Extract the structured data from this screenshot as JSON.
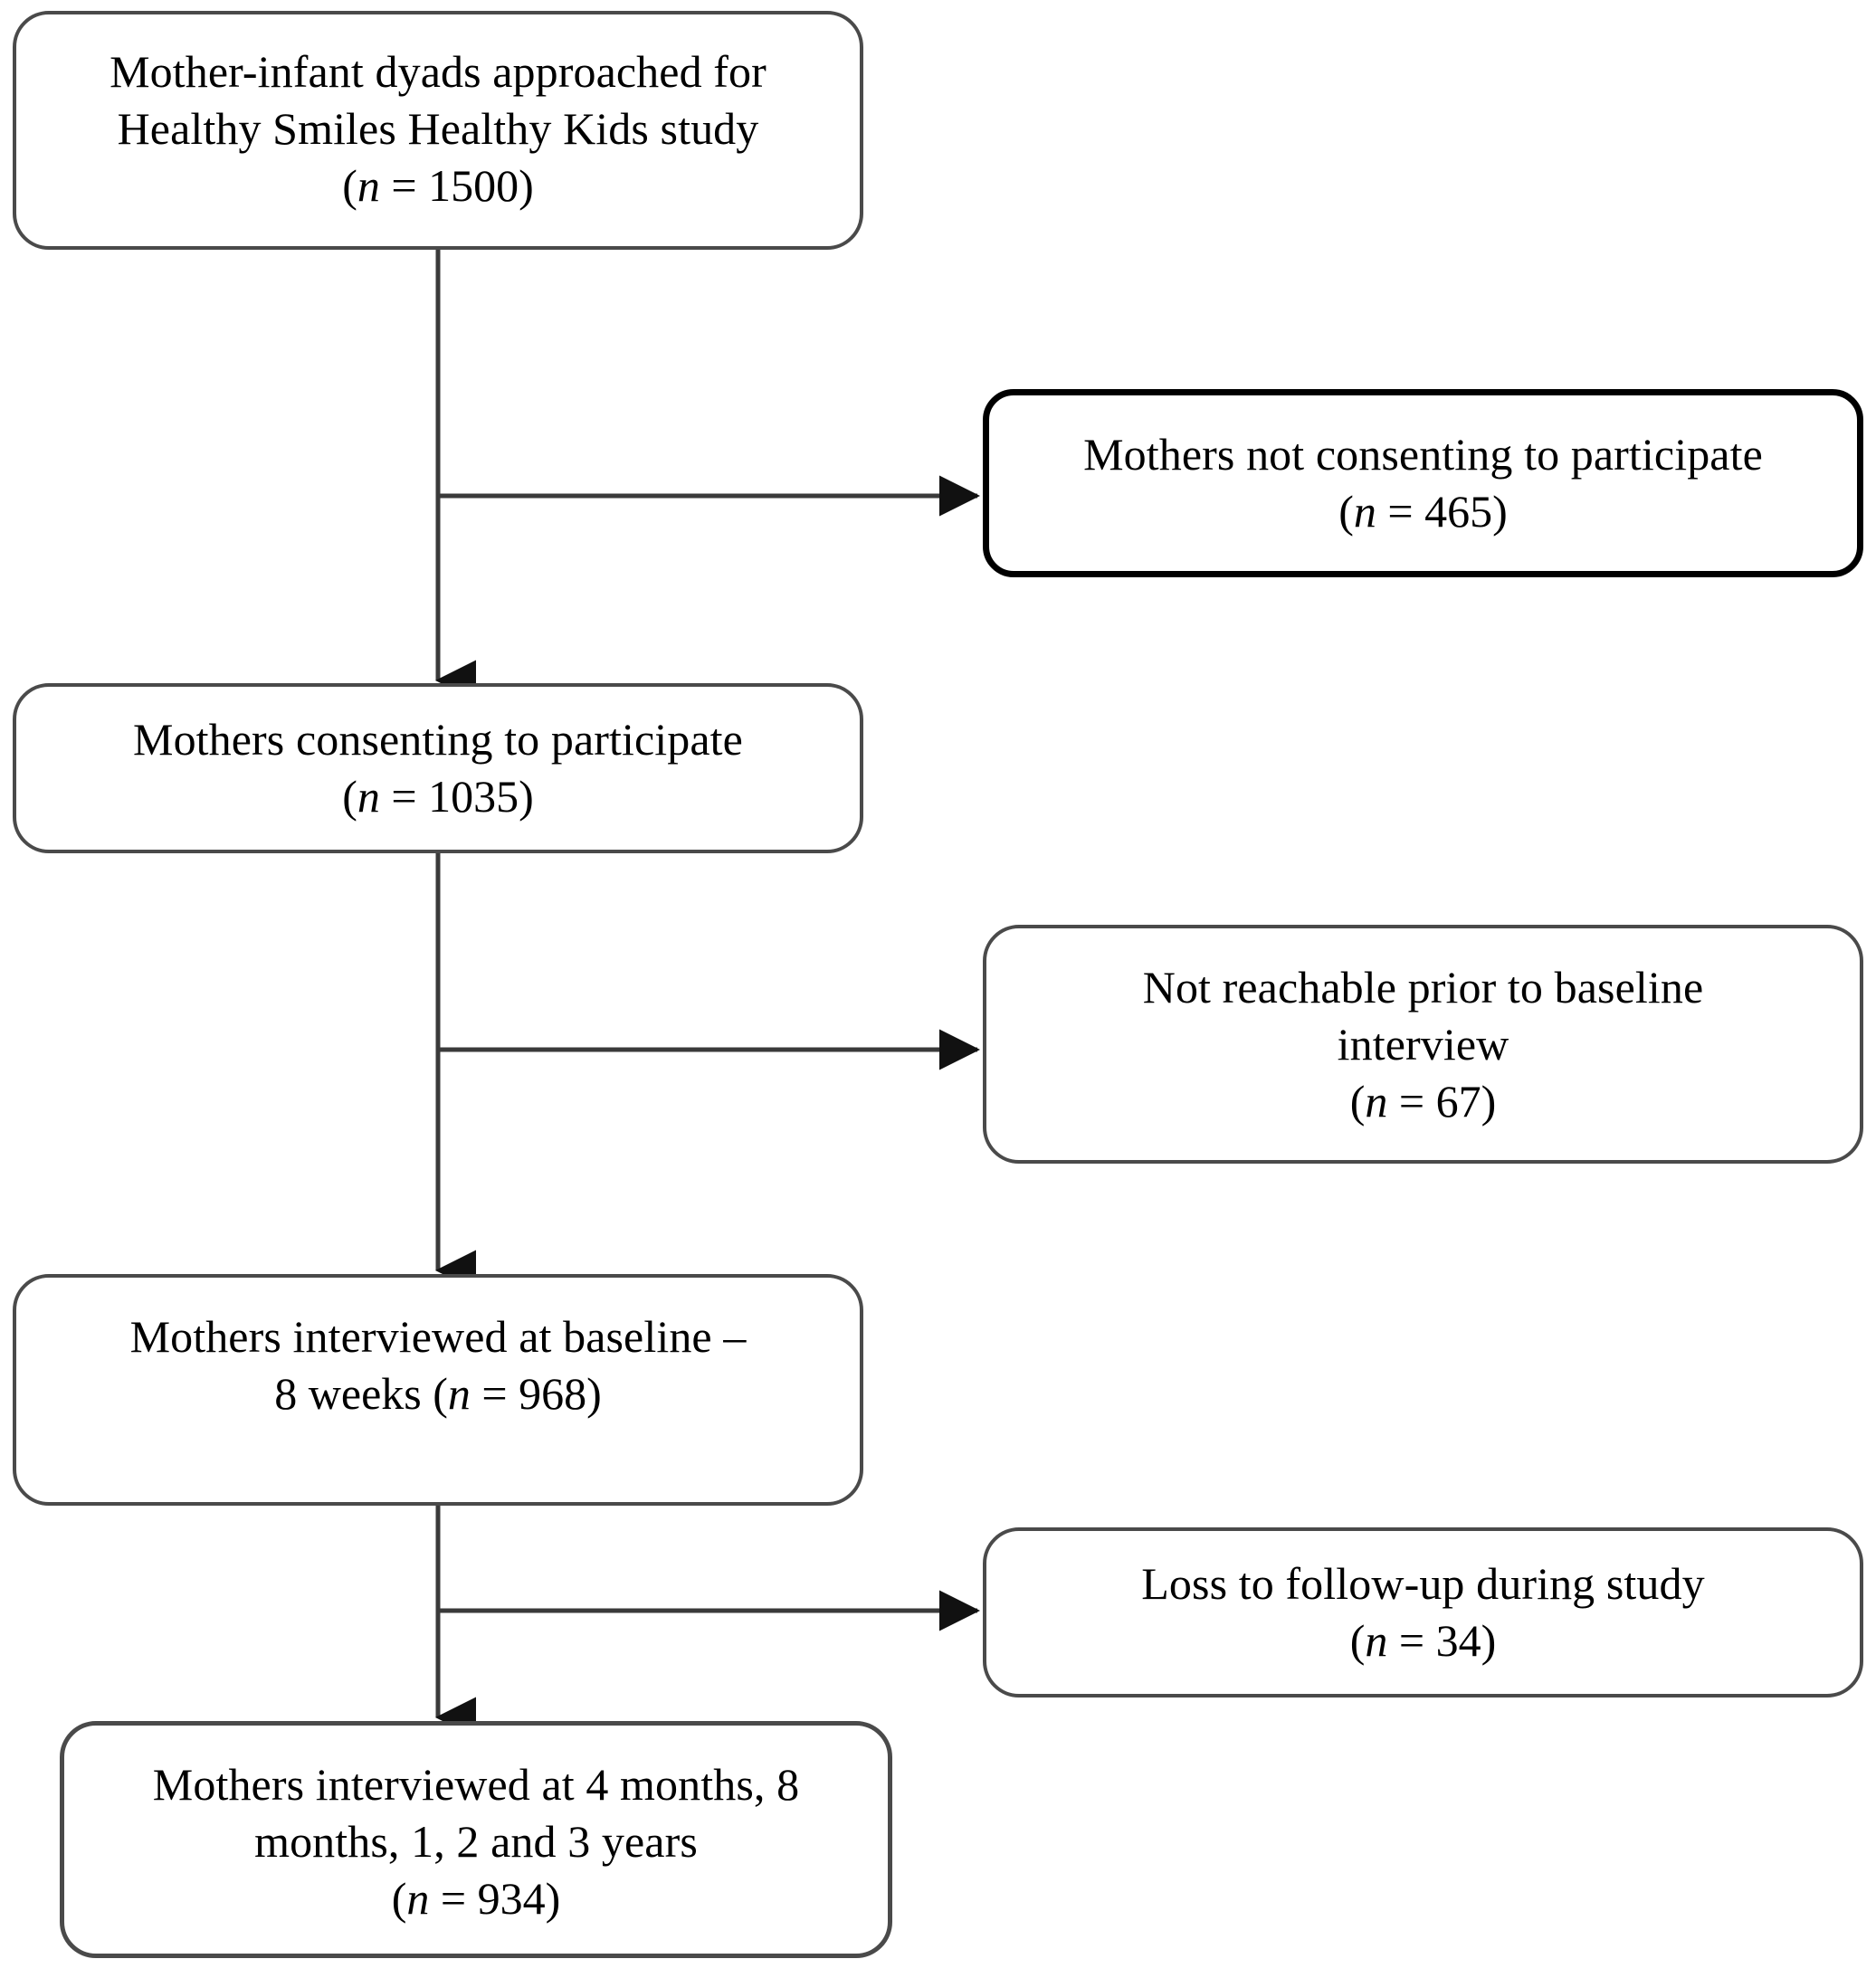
{
  "figure": {
    "type": "flowchart",
    "orientation": "top-to-bottom-with-right-branches",
    "background_color": "#ffffff",
    "line_color": "#4a4a4a",
    "text_color": "#000000"
  },
  "nodes": {
    "approached": {
      "text": "Mother-infant dyads approached for\nHealthy Smiles Healthy Kids study",
      "count_open": "(",
      "count_symbol": "n",
      "count_eq": " = ",
      "count_value": "1500",
      "count_close": ")"
    },
    "not_consenting": {
      "text": "Mothers not consenting to participate",
      "count_open": "(",
      "count_symbol": "n",
      "count_eq": " = ",
      "count_value": "465",
      "count_close": ")"
    },
    "consenting": {
      "text": "Mothers consenting to participate",
      "count_open": "(",
      "count_symbol": "n",
      "count_eq": " = ",
      "count_value": "1035",
      "count_close": ")"
    },
    "not_reachable": {
      "text": "Not reachable prior to baseline\ninterview",
      "count_open": "(",
      "count_symbol": "n",
      "count_eq": " = ",
      "count_value": "67",
      "count_close": ")"
    },
    "baseline": {
      "text": "Mothers interviewed at baseline –",
      "text_line2_prefix": "8 weeks ",
      "count_open": "(",
      "count_symbol": "n",
      "count_eq": " = ",
      "count_value": "968",
      "count_close": ")"
    },
    "loss": {
      "text": "Loss to follow-up during study",
      "count_open": "(",
      "count_symbol": "n",
      "count_eq": " = ",
      "count_value": "34",
      "count_close": ")"
    },
    "followed": {
      "text": "Mothers interviewed at 4 months, 8\nmonths, 1, 2 and 3 years",
      "count_open": "(",
      "count_symbol": "n",
      "count_eq": " = ",
      "count_value": "934",
      "count_close": ")"
    }
  },
  "connectors": [
    {
      "name": "approached-to-consenting",
      "kind": "arrow-down"
    },
    {
      "name": "approached-to-not-consenting",
      "kind": "arrow-right"
    },
    {
      "name": "consenting-to-baseline",
      "kind": "arrow-down"
    },
    {
      "name": "consenting-to-not-reachable",
      "kind": "arrow-right"
    },
    {
      "name": "baseline-to-followed",
      "kind": "arrow-down"
    },
    {
      "name": "baseline-to-loss",
      "kind": "arrow-right"
    }
  ]
}
